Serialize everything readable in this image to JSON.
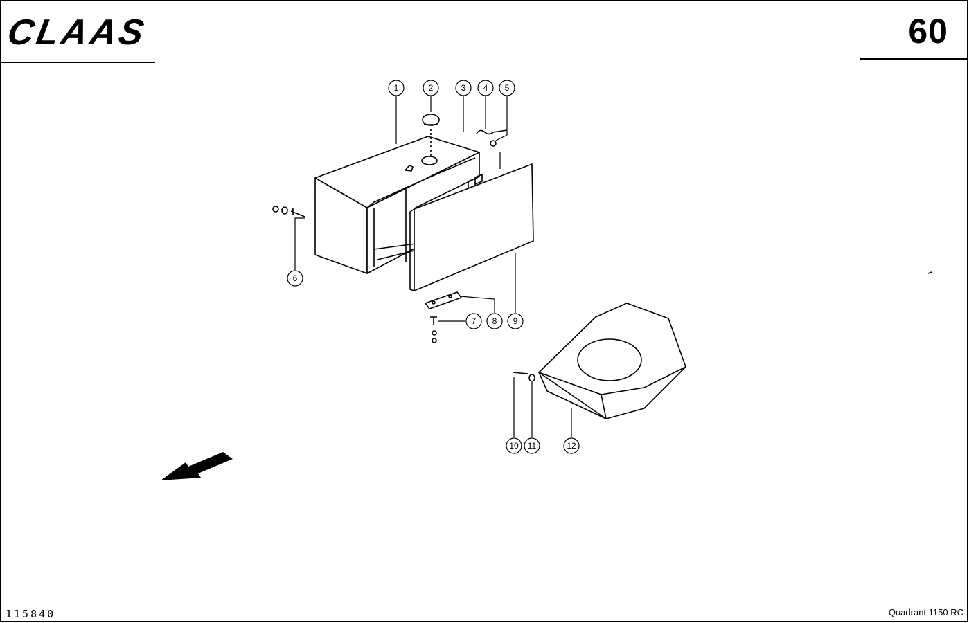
{
  "header": {
    "brand": "CLAAS",
    "page_number": "60"
  },
  "footer": {
    "document_number": "115840",
    "model": "Quadrant 1150 RC"
  },
  "callouts": [
    "1",
    "2",
    "3",
    "4",
    "5",
    "6",
    "7",
    "8",
    "9",
    "10",
    "11",
    "12"
  ]
}
